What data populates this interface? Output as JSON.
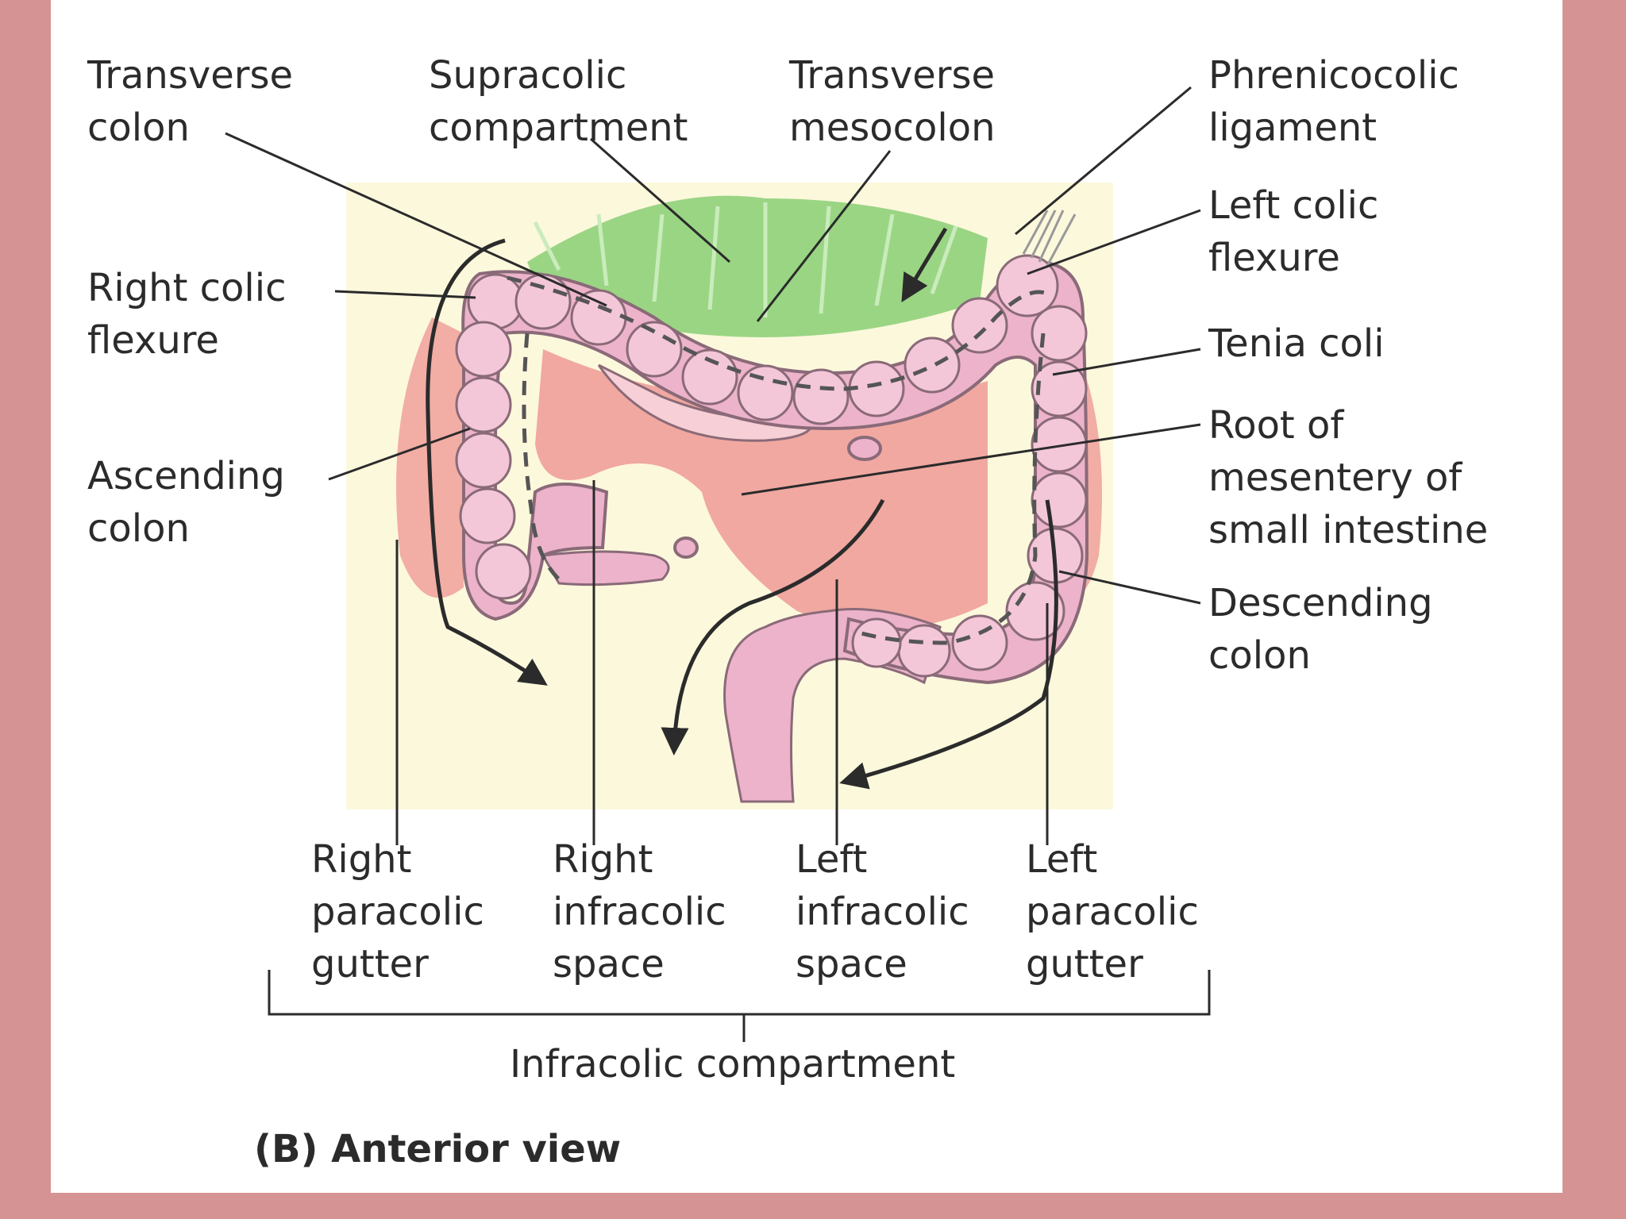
{
  "labels": {
    "transverse_colon": [
      "Transverse",
      "colon"
    ],
    "supracolic_compartment": [
      "Supracolic",
      "compartment"
    ],
    "transverse_mesocolon": [
      "Transverse",
      "mesocolon"
    ],
    "phrenicocolic_ligament": [
      "Phrenicocolic",
      "ligament"
    ],
    "left_colic_flexure": [
      "Left colic",
      "flexure"
    ],
    "right_colic_flexure": [
      "Right colic",
      "flexure"
    ],
    "tenia_coli": [
      "Tenia coli"
    ],
    "ascending_colon": [
      "Ascending",
      "colon"
    ],
    "root_of_mesentery": [
      "Root of",
      "mesentery of",
      "small intestine"
    ],
    "descending_colon": [
      "Descending",
      "colon"
    ],
    "right_paracolic_gutter": [
      "Right",
      "paracolic",
      "gutter"
    ],
    "right_infracolic_space": [
      "Right",
      "infracolic",
      "space"
    ],
    "left_infracolic_space": [
      "Left",
      "infracolic",
      "space"
    ],
    "left_paracolic_gutter": [
      "Left",
      "paracolic",
      "gutter"
    ],
    "infracolic_compartment": "Infracolic compartment"
  },
  "caption": "(B) Anterior view",
  "colors": {
    "frame": "#d69393",
    "panel": "#ffffff",
    "background_area": "#fcf8dc",
    "colon": "#ecb3ca",
    "colon_outline": "#8a6a78",
    "peritoneum": "#ee8d8d",
    "mesocolon": "#8fd07a",
    "leader_line": "#2b2b2b"
  }
}
